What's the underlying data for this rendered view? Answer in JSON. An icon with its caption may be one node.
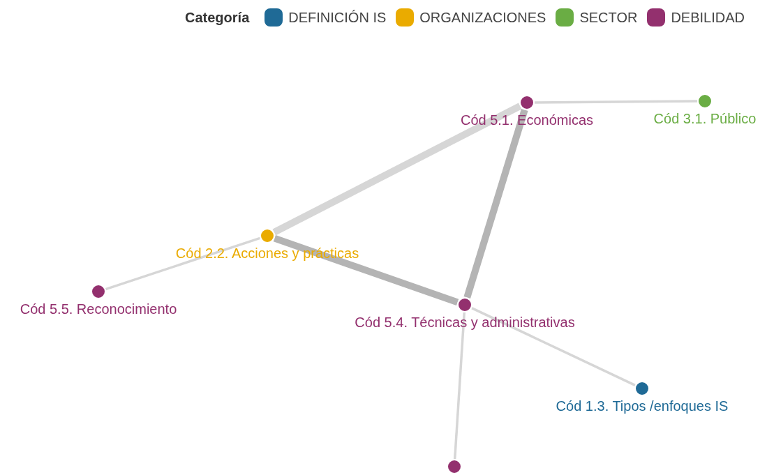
{
  "diagram": {
    "nodes": [
      {
        "text": [
          "Cód 5.1. Económicas"
        ]
      },
      {
        "text": [
          "Cód 3.1. Público"
        ]
      },
      {
        "text": [
          "Cód 2.2. Acciones y prácticas"
        ]
      },
      {
        "text": [
          "Cód 5.5. Reconocimiento"
        ]
      },
      {
        "text": [
          "Cód 5.4. Técnicas y administrativas"
        ]
      },
      {
        "text": [
          "Cód 1.3. Tipos /enfoques IS"
        ]
      },
      {
        "text": [],
        "shape": "circle"
      }
    ],
    "edges": [
      {
        "from": 0,
        "to": 1,
        "arrow": "none"
      },
      {
        "from": 0,
        "to": 2,
        "arrow": "none",
        "style": "thick"
      },
      {
        "from": 0,
        "to": 4,
        "arrow": "none",
        "style": "thick",
        "color": "#b4b4b4"
      },
      {
        "from": 2,
        "to": 4,
        "arrow": "none",
        "style": "thick",
        "color": "#b4b4b4"
      },
      {
        "from": 2,
        "to": 3,
        "arrow": "none"
      },
      {
        "from": 4,
        "to": 5,
        "arrow": "none"
      },
      {
        "from": 4,
        "to": 6,
        "arrow": "none"
      }
    ],
    "labels": [
      "Categoría"
    ],
    "legend": [
      {
        "text": "DEFINICIÓN IS",
        "color": "#1f6a96"
      },
      {
        "text": "ORGANIZACIONES",
        "color": "#eaab00"
      },
      {
        "text": "SECTOR",
        "color": "#6aad44"
      },
      {
        "text": "DEBILIDAD",
        "color": "#93306e"
      }
    ]
  }
}
